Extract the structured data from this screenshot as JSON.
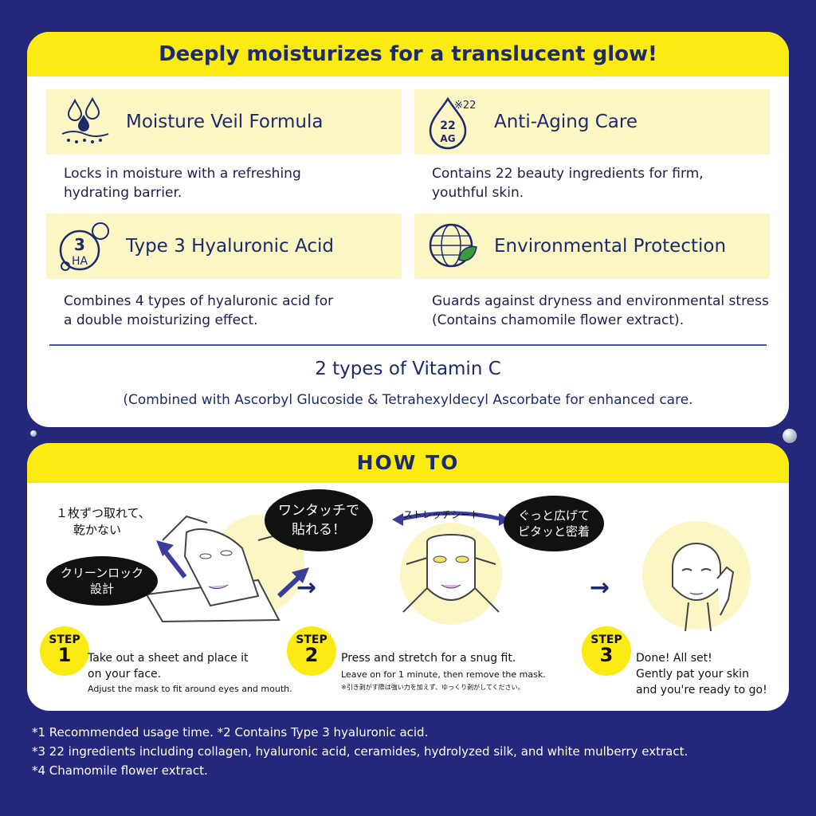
{
  "header": {
    "title": "Deeply moisturizes for a translucent glow!"
  },
  "features": [
    {
      "title": "Moisture Veil Formula",
      "icon": "water-drops-icon",
      "desc_lines": [
        "Locks in moisture with a refreshing",
        "hydrating barrier."
      ]
    },
    {
      "title": "Anti-Aging Care",
      "icon": "ag-22-icon",
      "icon_text": "22",
      "icon_sub": "AG",
      "icon_note": "※22",
      "desc_lines": [
        "Contains 22 beauty ingredients for firm,",
        "youthful skin."
      ]
    },
    {
      "title": "Type 3 Hyaluronic Acid",
      "icon": "hyaluronic-3-icon",
      "icon_text": "3",
      "icon_sub": "HA",
      "desc_lines": [
        "Combines 4 types of hyaluronic acid for",
        "a double moisturizing effect."
      ]
    },
    {
      "title": "Environmental Protection",
      "icon": "globe-leaf-icon",
      "desc_lines": [
        "Guards against dryness and environmental stress",
        "(Contains chamomile flower extract)."
      ]
    }
  ],
  "vitamin": {
    "title": "2 types of Vitamin C",
    "desc": "(Combined with Ascorbyl Glucoside & Tetrahexyldecyl Ascorbate for enhanced care."
  },
  "howto": {
    "title": "HOW TO",
    "step_word": "STEP",
    "labels": {
      "one_sheet": [
        "１枚ずつ取れて、",
        "乾かない"
      ],
      "clean_lock": [
        "クリーンロック",
        "設計"
      ],
      "one_touch": [
        "ワンタッチで",
        "貼れる！"
      ],
      "stretch": "ストレッチシート",
      "snug": [
        "ぐっと広げて",
        "ピタッと密着"
      ]
    },
    "steps": [
      {
        "num": "1",
        "lines": [
          "Take out a sheet and place it",
          "on your face."
        ],
        "small": "Adjust the mask to fit around eyes and mouth."
      },
      {
        "num": "2",
        "lines": [
          "Press and stretch for a snug fit."
        ],
        "small": "Leave on for 1 minute, then remove the mask.",
        "tiny": "※引き剥がす際は強い力を加えず、ゆっくり剥がしてください。"
      },
      {
        "num": "3",
        "lines": [
          "Done! All set!",
          "Gently pat your skin",
          "and you're ready to go!"
        ]
      }
    ]
  },
  "footnotes": [
    "*1 Recommended usage time.   *2 Contains Type 3 hyaluronic acid.",
    "*3 22 ingredients including collagen, hyaluronic acid, ceramides, hydrolyzed silk, and white mulberry extract.",
    "*4 Chamomile flower extract."
  ],
  "colors": {
    "background": "#25287a",
    "accent_yellow": "#fbeb12",
    "pale_yellow": "#fcf6c5",
    "navy_text": "#1d2a6b"
  }
}
